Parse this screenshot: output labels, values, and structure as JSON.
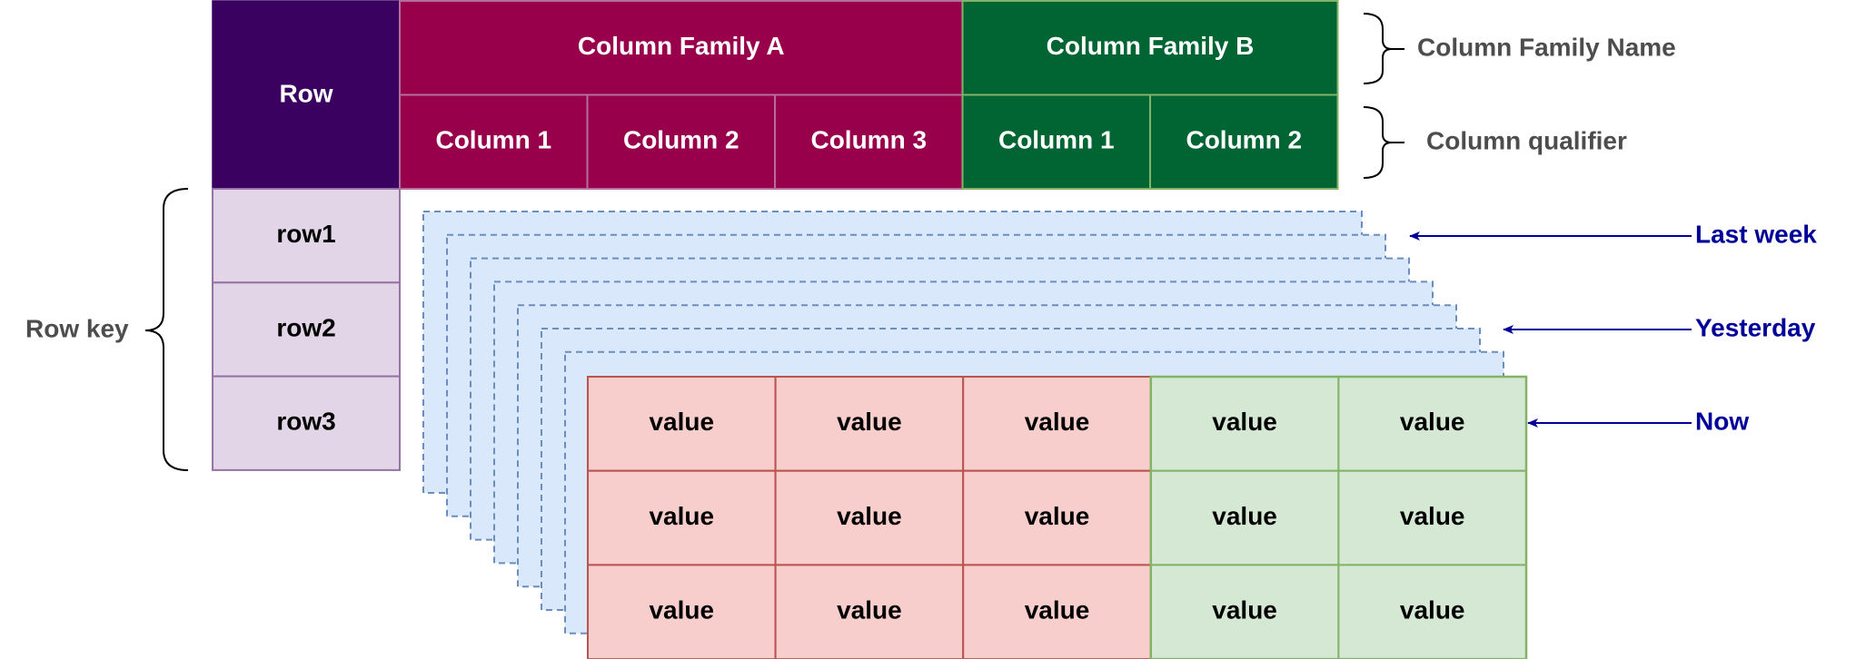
{
  "colors": {
    "row_header_fill": "#3a0160",
    "family_a_fill": "#99004c",
    "family_b_fill": "#006532",
    "row_key_fill": "#e1d5e7",
    "row_key_border": "#9673a6",
    "family_a_value_fill": "#f8cecc",
    "family_a_value_border": "#b85450",
    "family_b_value_fill": "#d5e8d4",
    "family_b_value_border": "#82b366",
    "version_layer_fill": "#dae8fc",
    "version_layer_border": "#6c8ebf",
    "annotation_gray": "#4d4d4d",
    "timestamp_blue": "#000099"
  },
  "header": {
    "row_label": "Row",
    "families": [
      {
        "name": "Column Family A",
        "columns": [
          "Column 1",
          "Column 2",
          "Column 3"
        ]
      },
      {
        "name": "Column Family B",
        "columns": [
          "Column 1",
          "Column 2"
        ]
      }
    ]
  },
  "row_keys": [
    "row1",
    "row2",
    "row3"
  ],
  "cells": [
    [
      "value",
      "value",
      "value",
      "value",
      "value"
    ],
    [
      "value",
      "value",
      "value",
      "value",
      "value"
    ],
    [
      "value",
      "value",
      "value",
      "value",
      "value"
    ]
  ],
  "version_layers": 7,
  "annotations": {
    "column_family_name": "Column Family Name",
    "column_qualifier": "Column qualifier",
    "row_key": "Row key"
  },
  "timestamps": [
    {
      "label": "Last week"
    },
    {
      "label": "Yesterday"
    },
    {
      "label": "Now"
    }
  ]
}
